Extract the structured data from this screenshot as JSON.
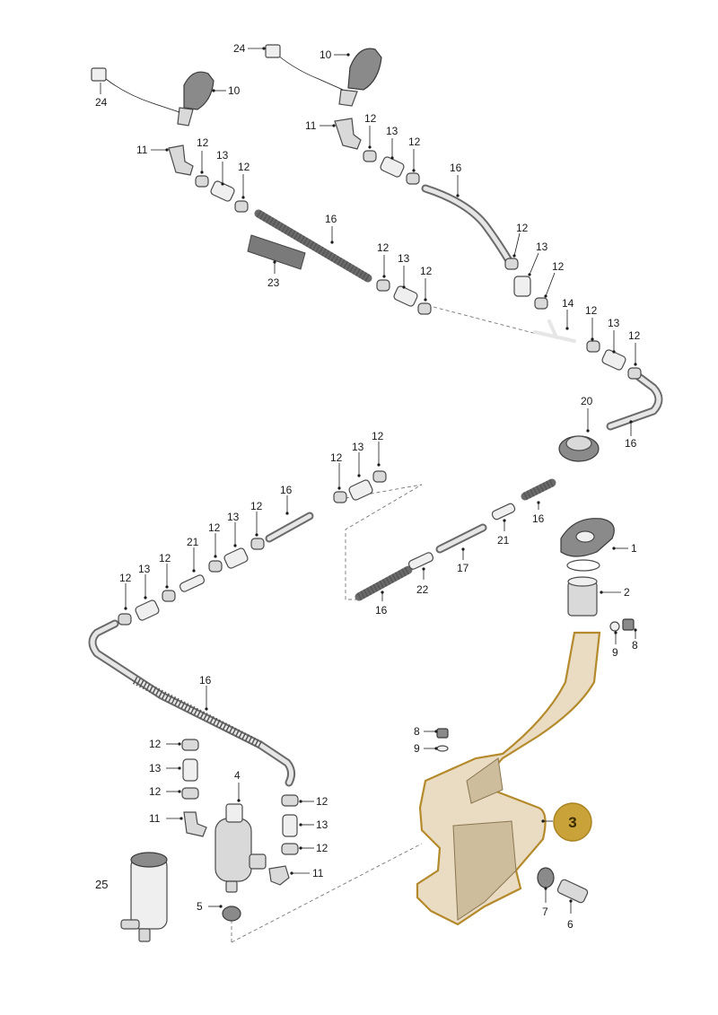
{
  "callout": {
    "label": "3",
    "color": "#c9a23a"
  },
  "labels": {
    "l24a": "24",
    "l10a": "10",
    "l24b": "24",
    "l10b": "10",
    "l11a": "11",
    "l12a": "12",
    "l13a": "13",
    "l12b": "12",
    "l16a": "16",
    "l23": "23",
    "l12c": "12",
    "l13b": "13",
    "l12d": "12",
    "l11b": "11",
    "l12e": "12",
    "l13c": "13",
    "l12f": "12",
    "l16b": "16",
    "l12g": "12",
    "l13d": "13",
    "l12h": "12",
    "l14": "14",
    "l12i": "12",
    "l13e": "13",
    "l12j": "12",
    "l20": "20",
    "l16c": "16",
    "l12k": "12",
    "l13f": "13",
    "l12l": "12",
    "l16d": "16",
    "l12m": "12",
    "l13g": "13",
    "l12n": "12",
    "l21a": "21",
    "l12o": "12",
    "l13h": "13",
    "l12p": "12",
    "l16e": "16",
    "l21b": "21",
    "l17": "17",
    "l22": "22",
    "l16f": "16",
    "l1": "1",
    "l2": "2",
    "l9a": "9",
    "l8a": "8",
    "l16g": "16",
    "l8b": "8",
    "l9b": "9",
    "l12q": "12",
    "l13i": "13",
    "l12r": "12",
    "l11c": "11",
    "l4": "4",
    "l12s": "12",
    "l13j": "13",
    "l12t": "12",
    "l11d": "11",
    "l25": "25",
    "l5": "5",
    "l7": "7",
    "l6": "6"
  },
  "colors": {
    "tank_fill": "#e9dcc3",
    "tank_outline": "#b48a2c",
    "callout_fill": "#c9a23a"
  }
}
